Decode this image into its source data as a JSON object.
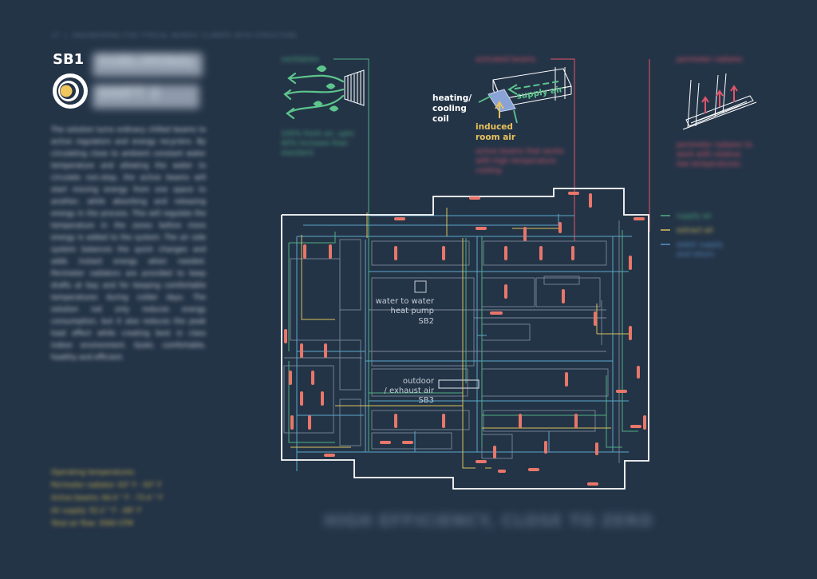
{
  "header": {
    "page_number": "17",
    "running_title": "ENGINEERING FOR TYPICAL NORDIC CLIMATE WITH STRUCTURE"
  },
  "project": {
    "code": "SB1",
    "title_line1": "SUBLIMINAL",
    "title_line2": "SHIFT 2"
  },
  "body_text": "The solution turns ordinary chilled beams to active regulators and energy recyclers. By circulating close to ambient constant water temperature and allowing the water to circulate non-stop, the active beams will start moving energy from one space to another, while absorbing and releasing energy in the process. This will regulate the temperature in the zones before more energy is added to the system. The air side system balances the quick changes and adds instant energy when needed. Perimeter radiators are provided to keep drafts at bay and for keeping comfortable temperatures during colder days. The solution not only reduces energy consumption, but it also reduces the peak load effect while creating best in class indoor environment. Quiet, comfortable, healthy and efficient.",
  "operating_temperatures": {
    "heading": "Operating temperatures",
    "lines": [
      "Perimeter radiator: 63° F - 93° F",
      "Active beams: 64.4 ° F - 73.4 ° F",
      "Air supply: 52.2 ° F - 68° F",
      "Total air flow: 3560 CFM"
    ]
  },
  "callouts": {
    "ventilation": {
      "title": "ventilation",
      "desc": [
        "100% fresh air, upto",
        "40% increase than",
        "standard."
      ]
    },
    "activated_beams": {
      "title": "activated beams",
      "desc": [
        "active beams that works",
        "with high temperature",
        "cooling"
      ],
      "labels": {
        "heating_cooling_coil": [
          "heating/",
          "cooling",
          "coil"
        ],
        "supply_air": "supply air",
        "induced_room_air": [
          "induced",
          "room air"
        ]
      }
    },
    "perimeter_radiator": {
      "title": "perimeter radiator",
      "desc": [
        "perimeter radiator to",
        "work with relative",
        "low temperatures."
      ]
    }
  },
  "legend": {
    "items": [
      {
        "label": "supply air",
        "color": "#4fae82"
      },
      {
        "label": "extract air",
        "color": "#d9c25a"
      },
      {
        "label": "water supply",
        "label2": "and return",
        "color": "#5b8fc6"
      }
    ]
  },
  "plan_labels": {
    "heat_pump": [
      "water to water",
      "heat pump",
      "SB2"
    ],
    "exhaust": [
      "outdoor",
      "/ exhaust air",
      "SB3"
    ]
  },
  "footer": {
    "title": "HIGH EFFICIENCY, CLOSE TO ZERO"
  },
  "colors": {
    "background": "#243447",
    "supply_air": "#4fae82",
    "extract_air": "#d9c25a",
    "water": "#5b8fc6",
    "beam": "#e8776a",
    "walls": "#ffffff",
    "accent_red": "#e0566a"
  }
}
